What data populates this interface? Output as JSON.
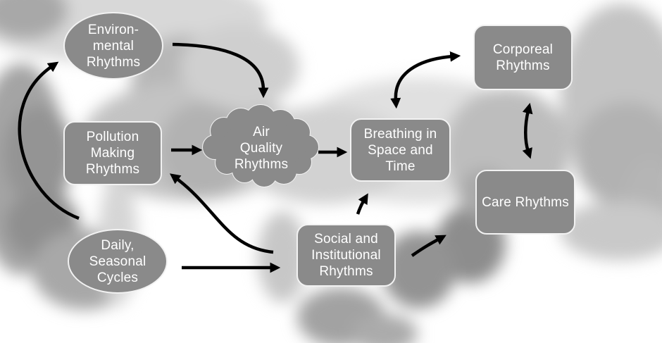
{
  "colors": {
    "node_fill": "#8a8a8a",
    "node_border": "#f2f2f2",
    "node_text": "#ffffff",
    "arrow": "#000000",
    "page_bg": "#ffffff"
  },
  "nodes": {
    "environmental": {
      "label": "Environ-\nmental\nRhythms",
      "shape": "ellipse"
    },
    "pollution": {
      "label": "Pollution\nMaking\nRhythms",
      "shape": "rounded-rectangle"
    },
    "daily": {
      "label": "Daily,\nSeasonal\nCycles",
      "shape": "ellipse"
    },
    "air_quality": {
      "label": "Air\nQuality\nRhythms",
      "shape": "cloud"
    },
    "breathing": {
      "label": "Breathing in\nSpace and\nTime",
      "shape": "rounded-rectangle"
    },
    "corporeal": {
      "label": "Corporeal\nRhythms",
      "shape": "rounded-rectangle"
    },
    "care": {
      "label": "Care Rhythms",
      "shape": "rounded-rectangle"
    },
    "social": {
      "label": "Social and\nInstitutional\nRhythms",
      "shape": "rounded-rectangle"
    }
  },
  "edges": [
    {
      "id": "daily-to-environmental",
      "from": "daily",
      "to": "environmental",
      "shape": "curved",
      "heads": 1
    },
    {
      "id": "environmental-to-air",
      "from": "environmental",
      "to": "air_quality",
      "shape": "curved",
      "heads": 1
    },
    {
      "id": "pollution-to-air",
      "from": "pollution",
      "to": "air_quality",
      "shape": "straight",
      "heads": 1
    },
    {
      "id": "air-to-breathing",
      "from": "air_quality",
      "to": "breathing",
      "shape": "straight",
      "heads": 1
    },
    {
      "id": "social-to-pollution",
      "from": "social",
      "to": "pollution",
      "shape": "curved",
      "heads": 1
    },
    {
      "id": "daily-to-social",
      "from": "daily",
      "to": "social",
      "shape": "straight",
      "heads": 1
    },
    {
      "id": "social-to-breathing",
      "from": "social",
      "to": "breathing",
      "shape": "straight",
      "heads": 1
    },
    {
      "id": "social-to-care",
      "from": "social",
      "to": "care",
      "shape": "straight",
      "heads": 1
    },
    {
      "id": "breathing-corporeal",
      "from": "breathing",
      "to": "corporeal",
      "shape": "curved",
      "heads": 2
    },
    {
      "id": "corporeal-care",
      "from": "corporeal",
      "to": "care",
      "shape": "straight",
      "heads": 2
    }
  ]
}
